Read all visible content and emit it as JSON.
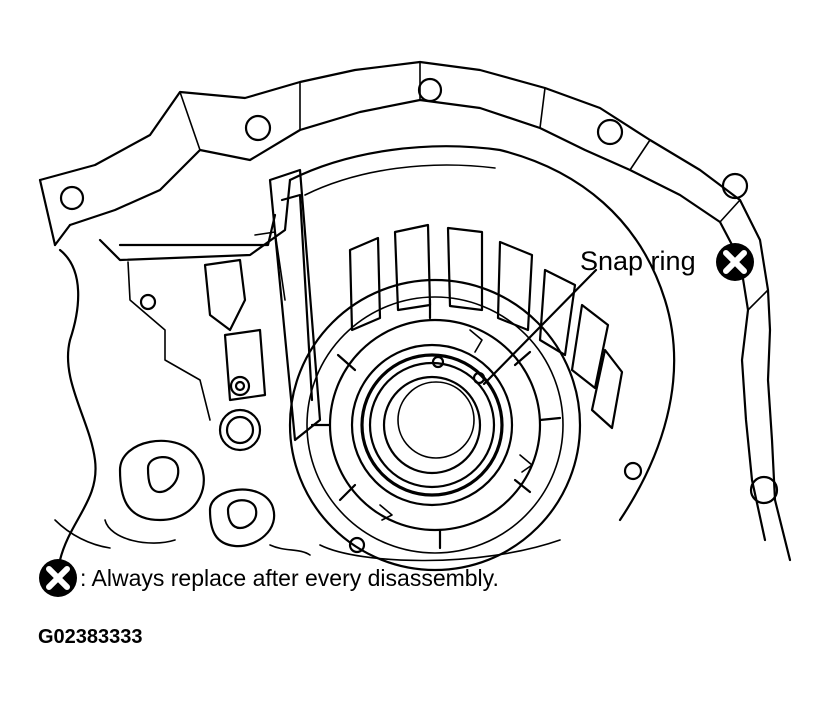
{
  "diagram": {
    "callout_label": "Snap ring",
    "legend_text": ": Always replace after every disassembly.",
    "figure_id": "G02383333",
    "symbol_icon": "circled-x-icon",
    "colors": {
      "ink": "#000000",
      "paper": "#ffffff"
    }
  }
}
